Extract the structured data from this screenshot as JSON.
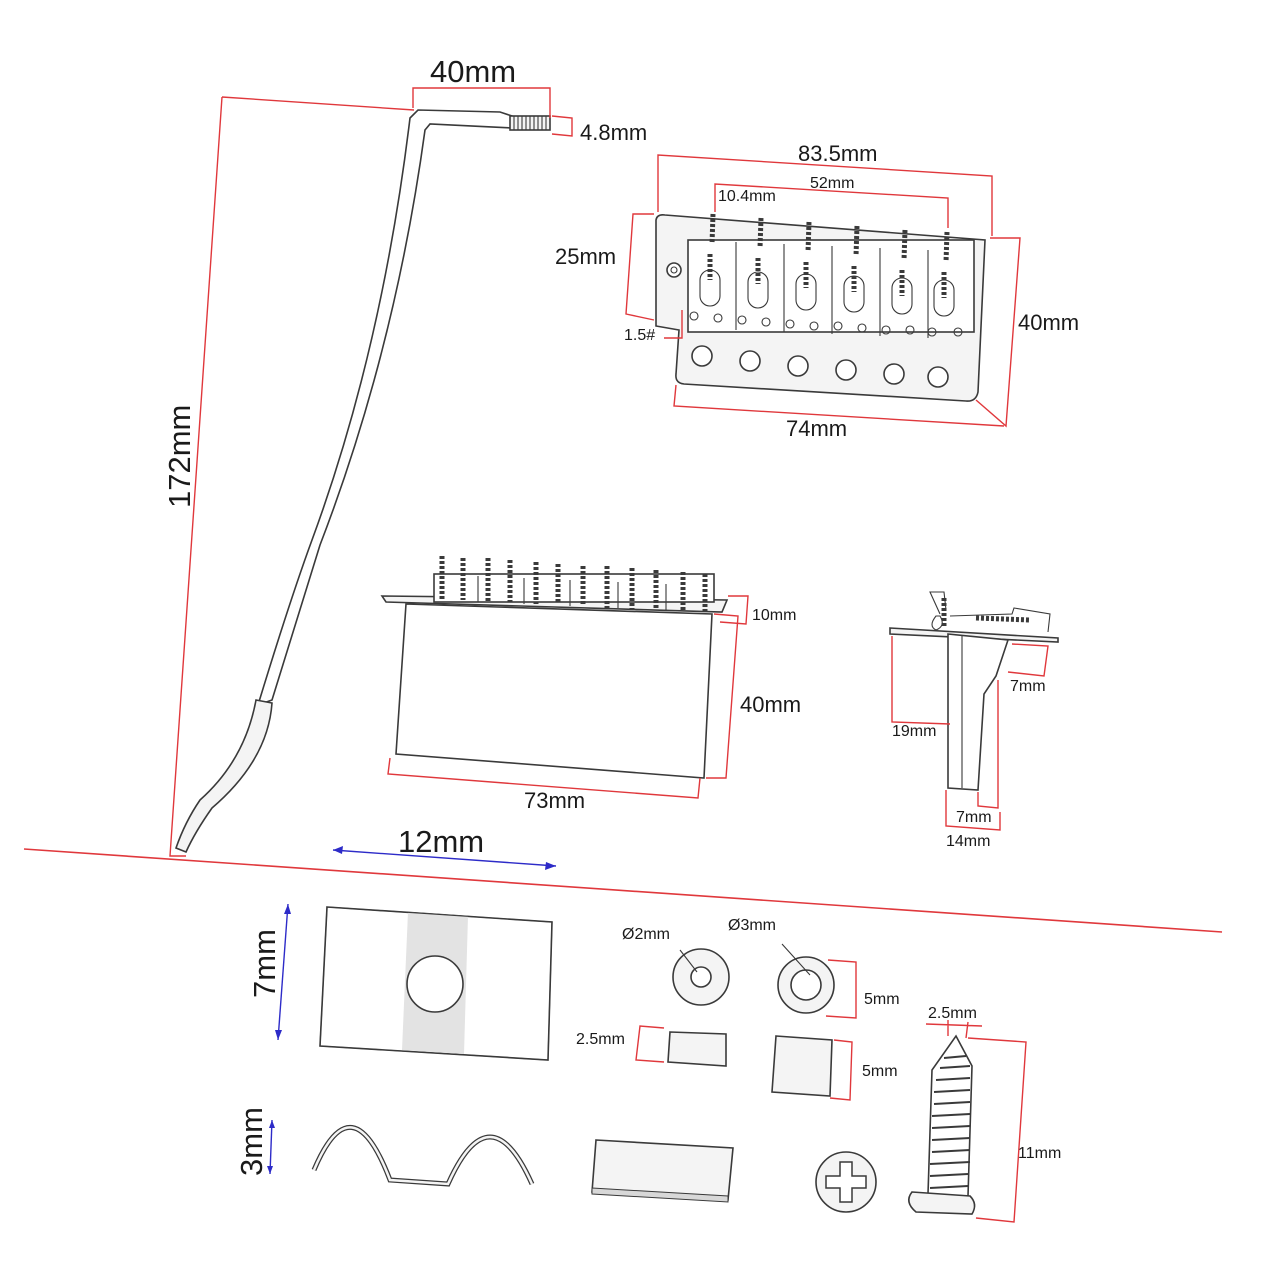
{
  "colors": {
    "dimension_line": "#e0383c",
    "dimension_line_alt": "#2d2bc8",
    "part_outline": "#3a3a3a",
    "part_fill": "#f4f4f4",
    "text": "#1a1a1a",
    "background": "#ffffff"
  },
  "arm": {
    "width_label": "40mm",
    "thread_label": "4.8mm",
    "length_label": "172mm"
  },
  "bridge_top": {
    "width_label": "83.5mm",
    "span_label": "52mm",
    "spacing_label": "10.4mm",
    "height_label": "25mm",
    "hex_label": "1.5#",
    "depth_label": "40mm",
    "base_label": "74mm"
  },
  "bridge_block": {
    "height_top_label": "10mm",
    "height_label": "40mm",
    "width_label": "73mm"
  },
  "side_view": {
    "depth_label": "19mm",
    "offset_label": "7mm",
    "bottom_small_label": "7mm",
    "bottom_label": "14mm"
  },
  "accessories": {
    "plate_width_label": "12mm",
    "plate_height_label": "7mm",
    "spring_height_label": "3mm",
    "washer_small_label": "Ø2mm",
    "washer_large_label": "Ø3mm",
    "washer_height_label": "5mm",
    "spacer_small_label": "2.5mm",
    "spacer_large_label": "5mm",
    "screw_head_label": "2.5mm",
    "screw_length_label": "11mm"
  }
}
